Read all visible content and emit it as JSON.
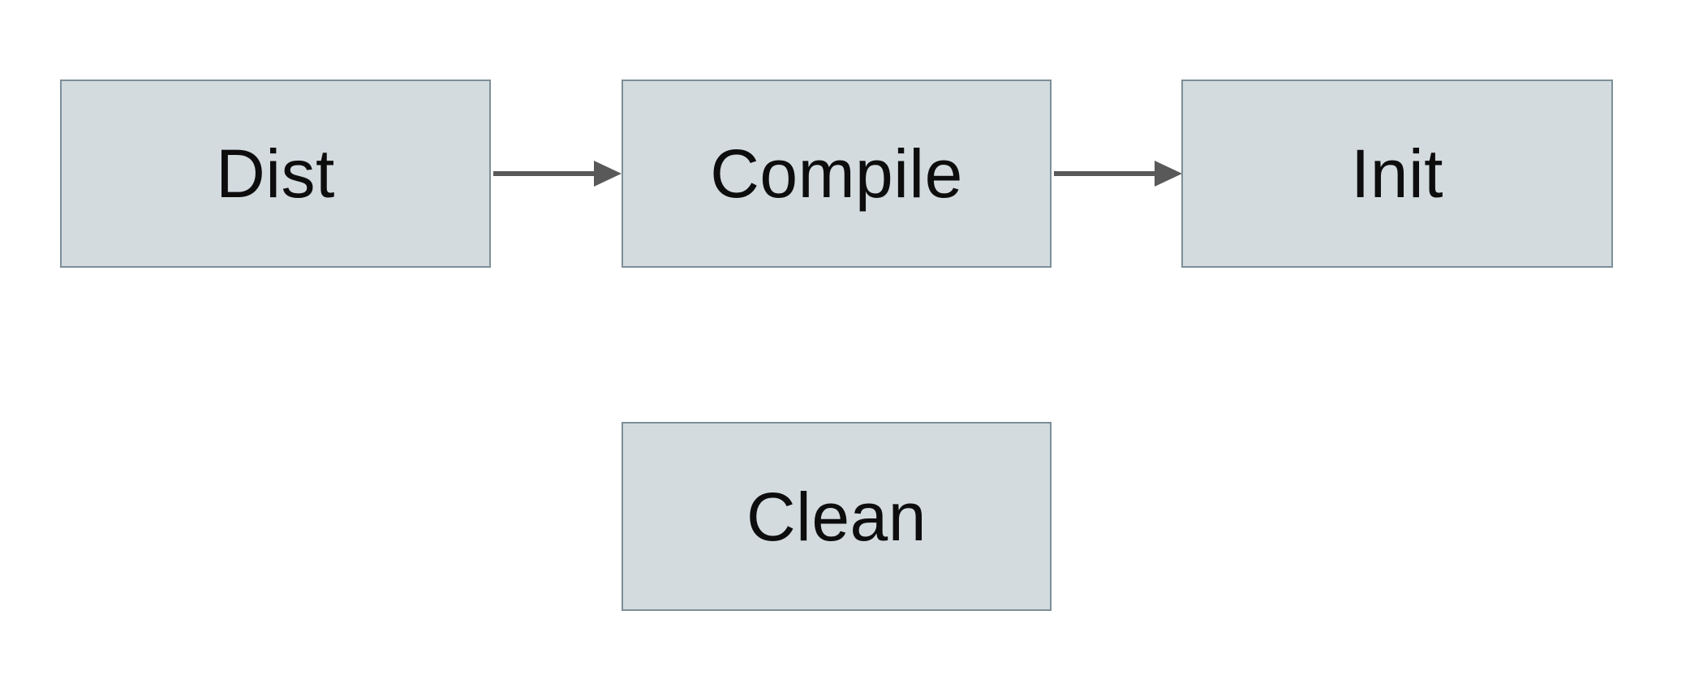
{
  "diagram": {
    "nodes": [
      {
        "id": "dist",
        "label": "Dist"
      },
      {
        "id": "compile",
        "label": "Compile"
      },
      {
        "id": "init",
        "label": "Init"
      },
      {
        "id": "clean",
        "label": "Clean"
      }
    ],
    "edges": [
      {
        "from": "Dist",
        "to": "Compile",
        "direction": "right"
      },
      {
        "from": "Compile",
        "to": "Init",
        "direction": "right"
      }
    ],
    "colors": {
      "background": "#ffffff",
      "node_fill": "#d3dbdf",
      "node_border": "#7d8f98",
      "arrow": "#595959",
      "text": "#0d0d0d"
    }
  }
}
